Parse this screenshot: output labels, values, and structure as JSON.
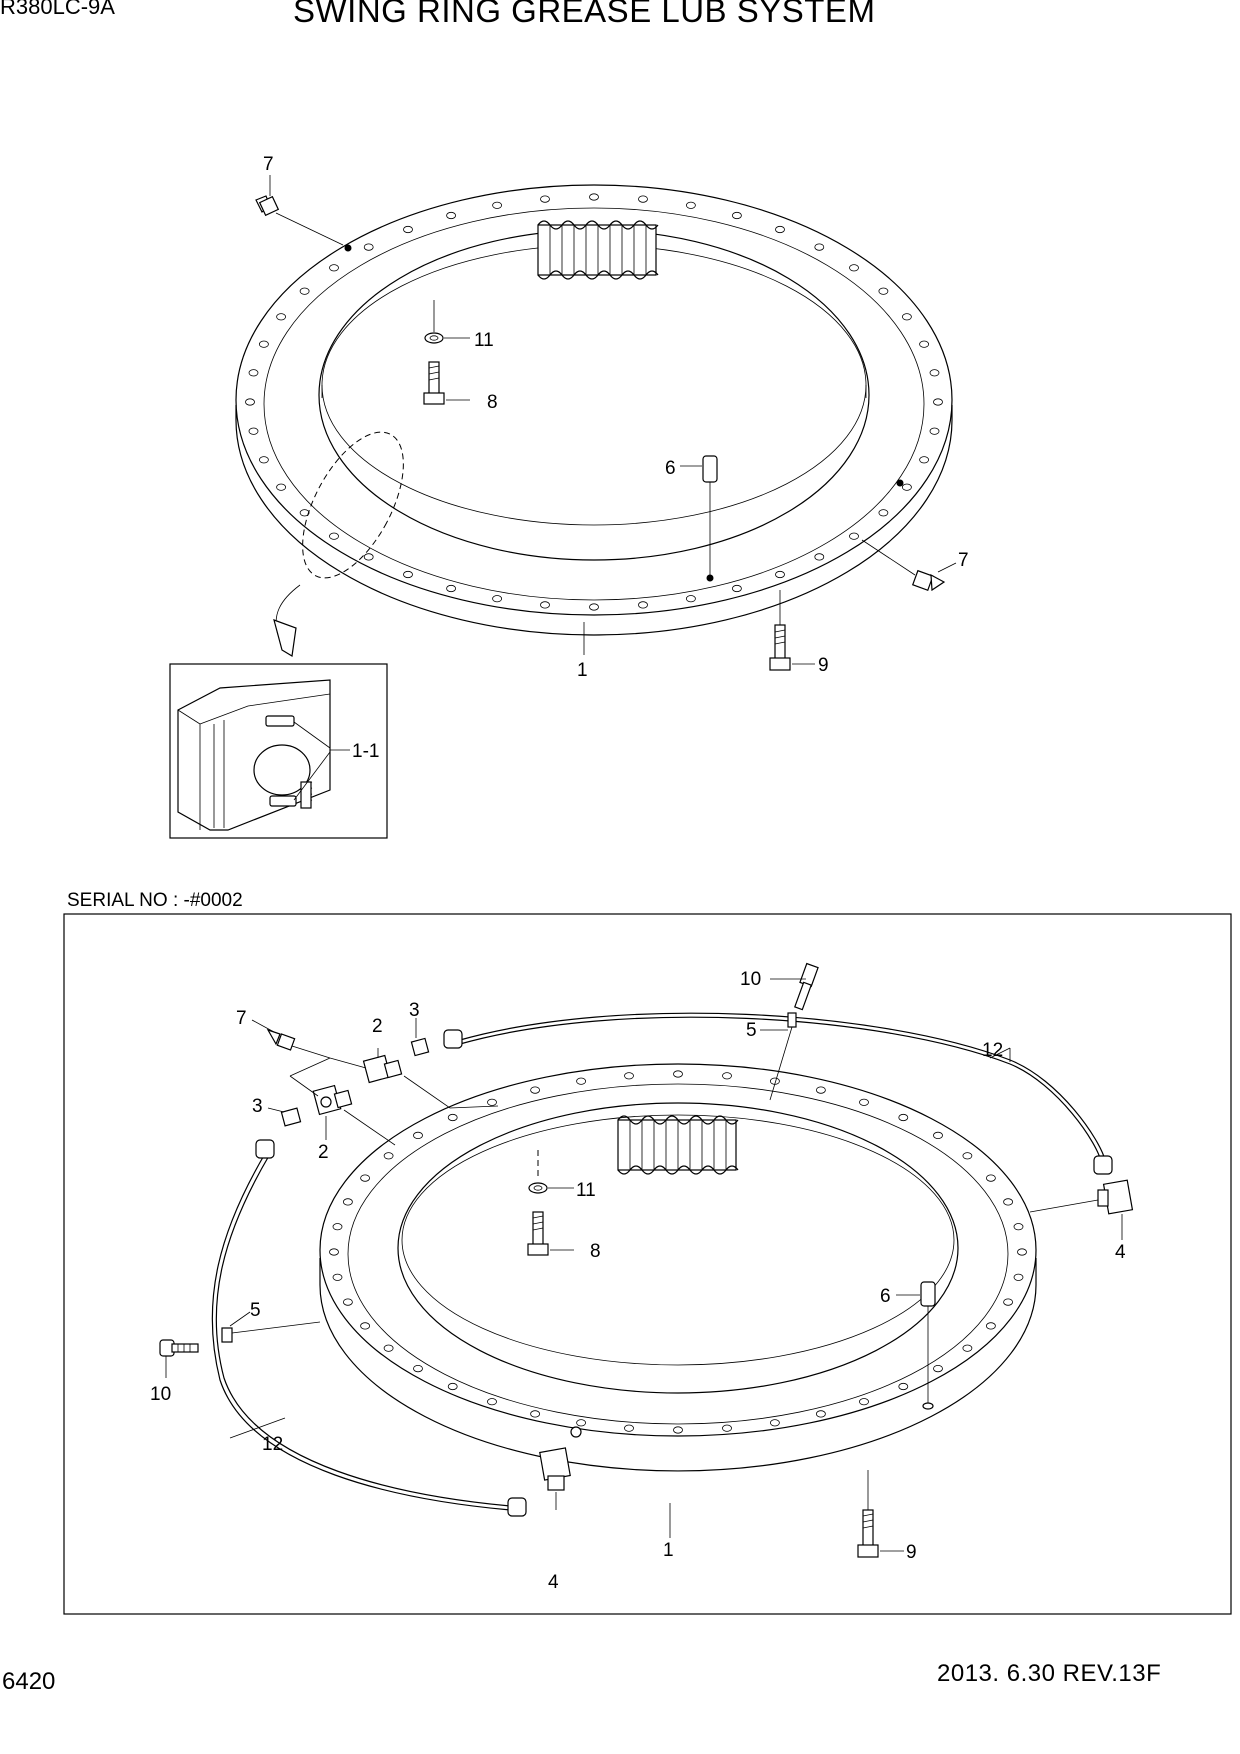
{
  "header": {
    "model": "R380LC-9A",
    "title": "SWING RING GREASE LUB SYSTEM"
  },
  "serial_note": "SERIAL NO : -#0002",
  "footer": {
    "page_number": "6420",
    "revision": "2013. 6.30  REV.13F"
  },
  "upper_diagram": {
    "callouts": {
      "ring": "1",
      "detail": "1-1",
      "plug": "6",
      "nipple_left": "7",
      "nipple_right": "7",
      "bolt_inner": "8",
      "bolt_outer": "9",
      "washer": "11"
    }
  },
  "lower_diagram": {
    "callouts": {
      "ring": "1",
      "adapter_top": "2",
      "adapter_left": "2",
      "connector_top": "3",
      "connector_left": "3",
      "elbow_right": "4",
      "elbow_bottom": "4",
      "clamp_top": "5",
      "clamp_left": "5",
      "plug": "6",
      "nipple": "7",
      "bolt_inner": "8",
      "bolt_outer": "9",
      "screw_top": "10",
      "screw_left": "10",
      "washer": "11",
      "hose_top": "12",
      "hose_left": "12"
    }
  }
}
